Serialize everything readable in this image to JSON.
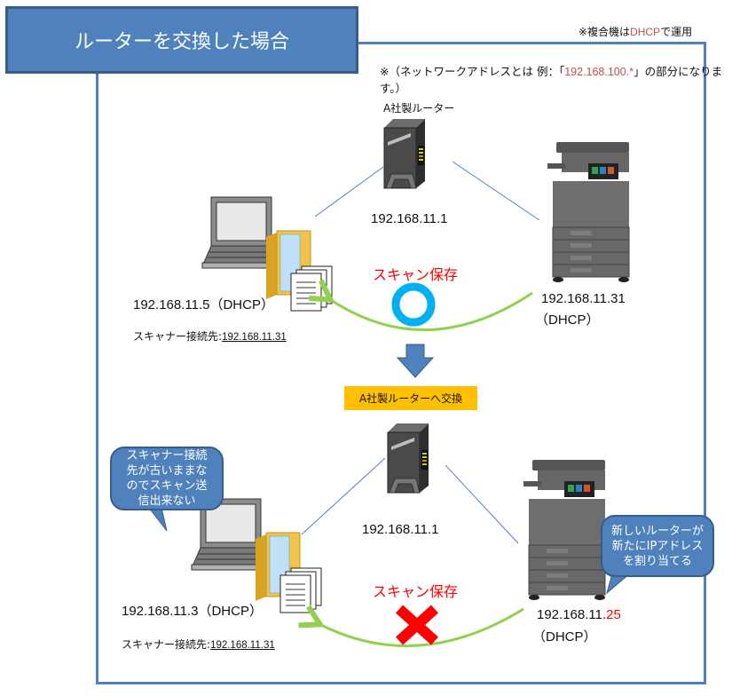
{
  "title": "ルーターを交換した場合",
  "notes": {
    "mfp_mode_prefix": "※複合機は",
    "mfp_mode_dhcp": "DHCP",
    "mfp_mode_suffix": "で運用",
    "network_prefix": "※（ネットワークアドレスとは 例：「",
    "network_example": "192.168.100.*",
    "network_suffix": "」の部分になります。）"
  },
  "before": {
    "router_label": "A社製ルーター",
    "router_ip": "192.168.11.1",
    "pc_ip": "192.168.11.5（DHCP）",
    "pc_scanner_label": "スキャナー接続先:",
    "pc_scanner_target": "192.168.11.31",
    "mfp_ip": "192.168.11.31",
    "mfp_mode": "（DHCP）",
    "scan_label": "スキャン保存",
    "result": "success"
  },
  "transition": {
    "label": "A社製ルーターへ交換"
  },
  "after": {
    "router_ip": "192.168.11.1",
    "pc_ip": "192.168.11.3（DHCP）",
    "pc_scanner_label": "スキャナー接続先:",
    "pc_scanner_target": "192.168.11.31",
    "mfp_ip_prefix": "192.168.11.",
    "mfp_ip_suffix": "25",
    "mfp_mode": "（DHCP）",
    "scan_label": "スキャン保存",
    "result": "failure",
    "pc_bubble": [
      "スキャナー接続",
      "先が古いままな",
      "のでスキャン送",
      "信出来ない"
    ],
    "mfp_bubble": [
      "新しいルーターが",
      "新たにIPアドレス",
      "を割り当てる"
    ]
  },
  "colors": {
    "frame": "#4f81bd",
    "arrow_green": "#92d050",
    "success_ring": "#00b0f0",
    "failure_x": "#ff0000",
    "highlight": "#ffc000",
    "changed_ip": "#ff0000"
  }
}
